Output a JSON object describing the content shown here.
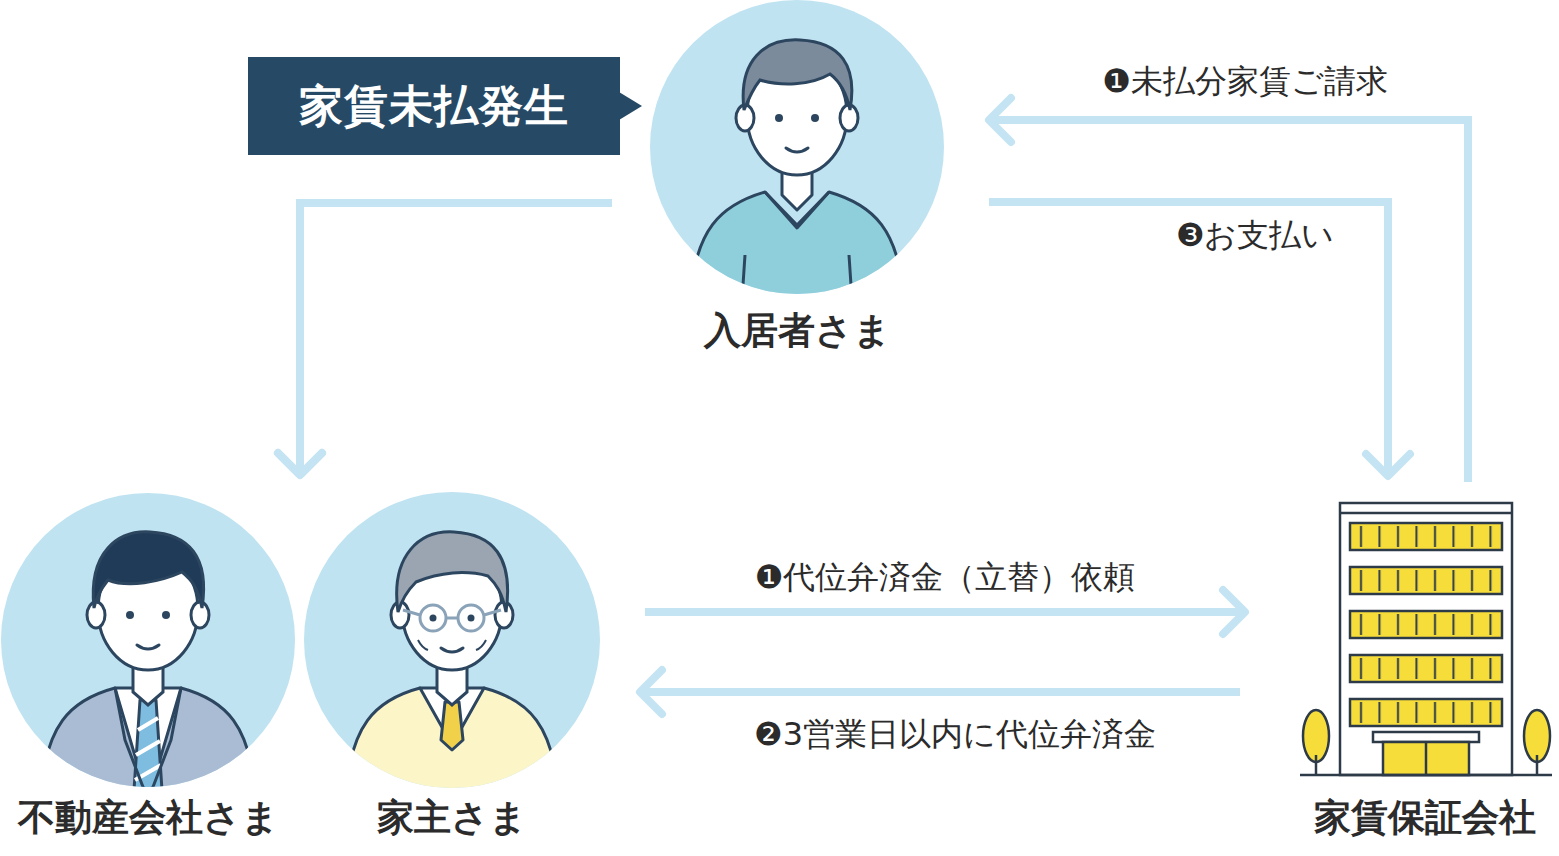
{
  "diagram": {
    "nodes": [
      {
        "text": [
          "家賃未払発生"
        ]
      },
      {
        "text": [
          "入居者さま"
        ]
      },
      {
        "text": [
          "不動産会社さま"
        ]
      },
      {
        "text": [
          "家主さま"
        ]
      },
      {
        "text": [
          "家賃保証会社"
        ]
      }
    ],
    "edges": [
      {
        "from": 4,
        "to": 1,
        "label": "❶未払分家賃ご請求",
        "arrow": "to"
      },
      {
        "from": 1,
        "to": 4,
        "label": "❸お支払い",
        "arrow": "to"
      },
      {
        "from": 1,
        "to": 2,
        "arrow": "to"
      },
      {
        "from": 1,
        "to": 3,
        "arrow": "to"
      },
      {
        "from": 3,
        "to": 4,
        "label": "❶代位弁済金（立替）依頼",
        "arrow": "to"
      },
      {
        "from": 4,
        "to": 3,
        "label": "❷3営業日以内に代位弁済金",
        "arrow": "to"
      }
    ]
  }
}
